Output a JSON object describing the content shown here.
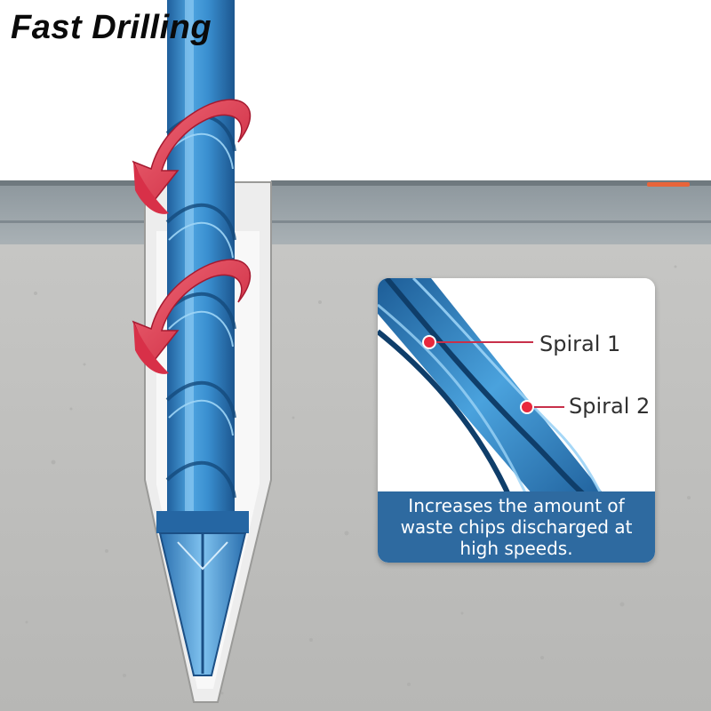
{
  "title": "Fast Drilling",
  "inset": {
    "callouts": [
      {
        "label": "Spiral 1"
      },
      {
        "label": "Spiral 2"
      }
    ],
    "caption": "Increases the amount of waste chips discharged at high speeds."
  },
  "colors": {
    "bit_blue": "#3a8fd0",
    "arrow_red": "#e0384e",
    "marker_red": "#e8283c",
    "caption_bg": "#2e6aa0",
    "wall_gray": "#c9c9c7",
    "accent_orange": "#e8643a"
  },
  "icons": {
    "rotation_arrow": "curved-arrow-icon",
    "callout_marker": "dot-marker-icon"
  }
}
